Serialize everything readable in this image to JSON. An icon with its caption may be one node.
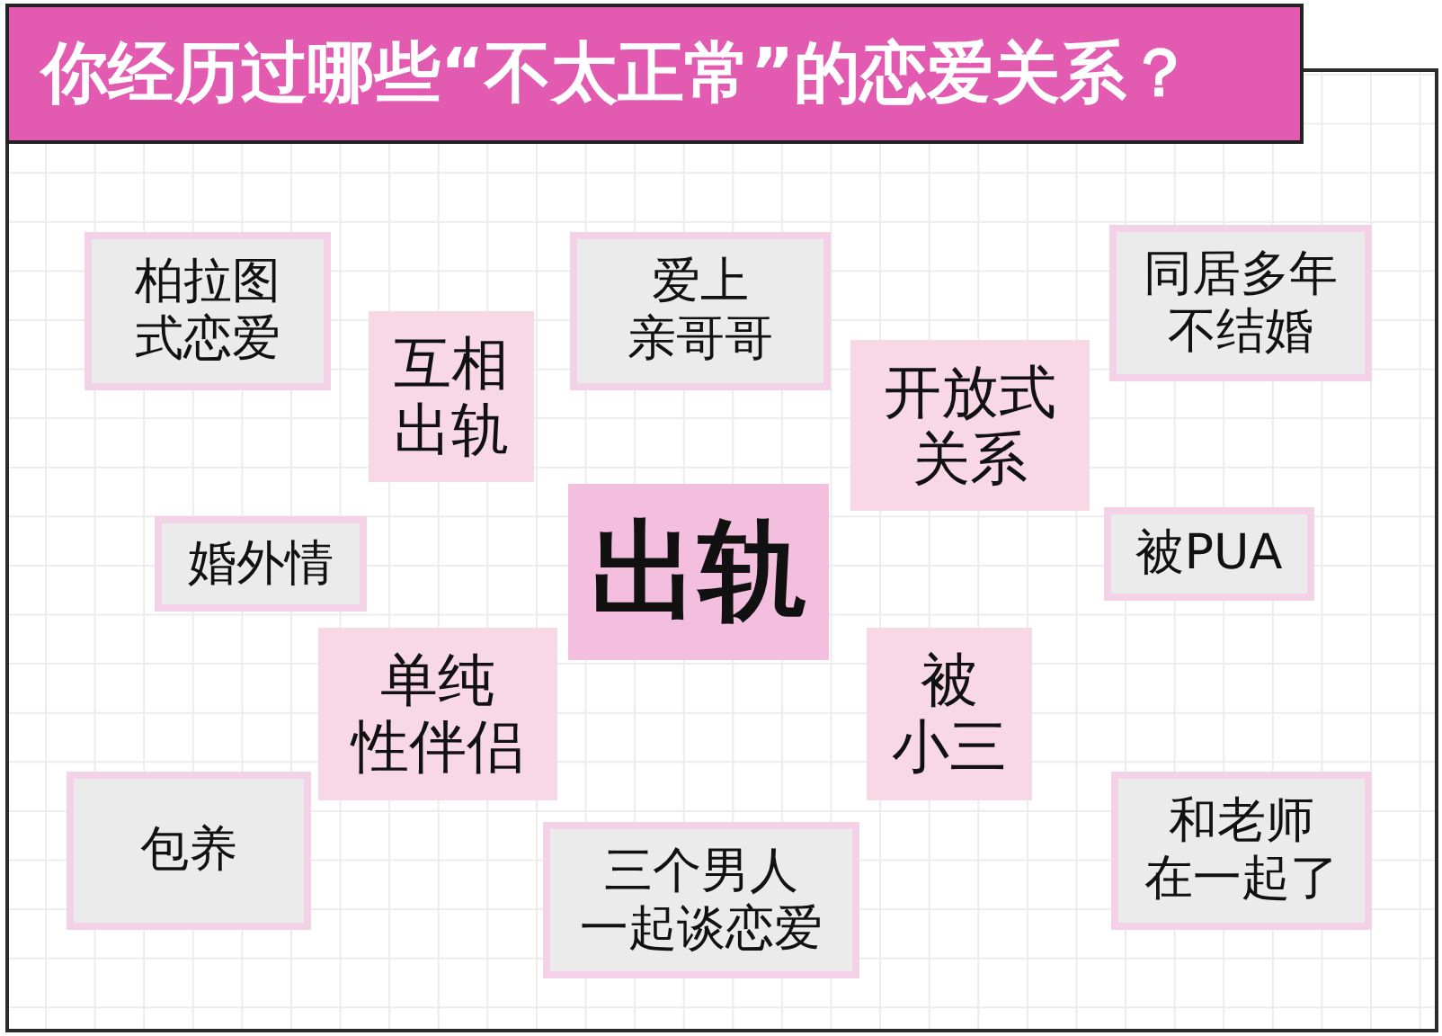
{
  "diagram": {
    "title": "你经历过哪些“不太正常”的恋爱关系？",
    "nodes": [
      {
        "text": [
          "柏拉图式恋爱"
        ]
      },
      {
        "text": [
          "爱上亲哥哥"
        ]
      },
      {
        "text": [
          "同居多年不结婚"
        ]
      },
      {
        "text": [
          "互相出轨"
        ]
      },
      {
        "text": [
          "开放式关系"
        ]
      },
      {
        "text": [
          "婚外情"
        ]
      },
      {
        "text": [
          "出轨"
        ]
      },
      {
        "text": [
          "被PUA"
        ]
      },
      {
        "text": [
          "单纯性伴侣"
        ]
      },
      {
        "text": [
          "被小三"
        ]
      },
      {
        "text": [
          "包养"
        ]
      },
      {
        "text": [
          "三个男人一起谈恋爱"
        ]
      },
      {
        "text": [
          "和老师在一起了"
        ]
      }
    ]
  }
}
